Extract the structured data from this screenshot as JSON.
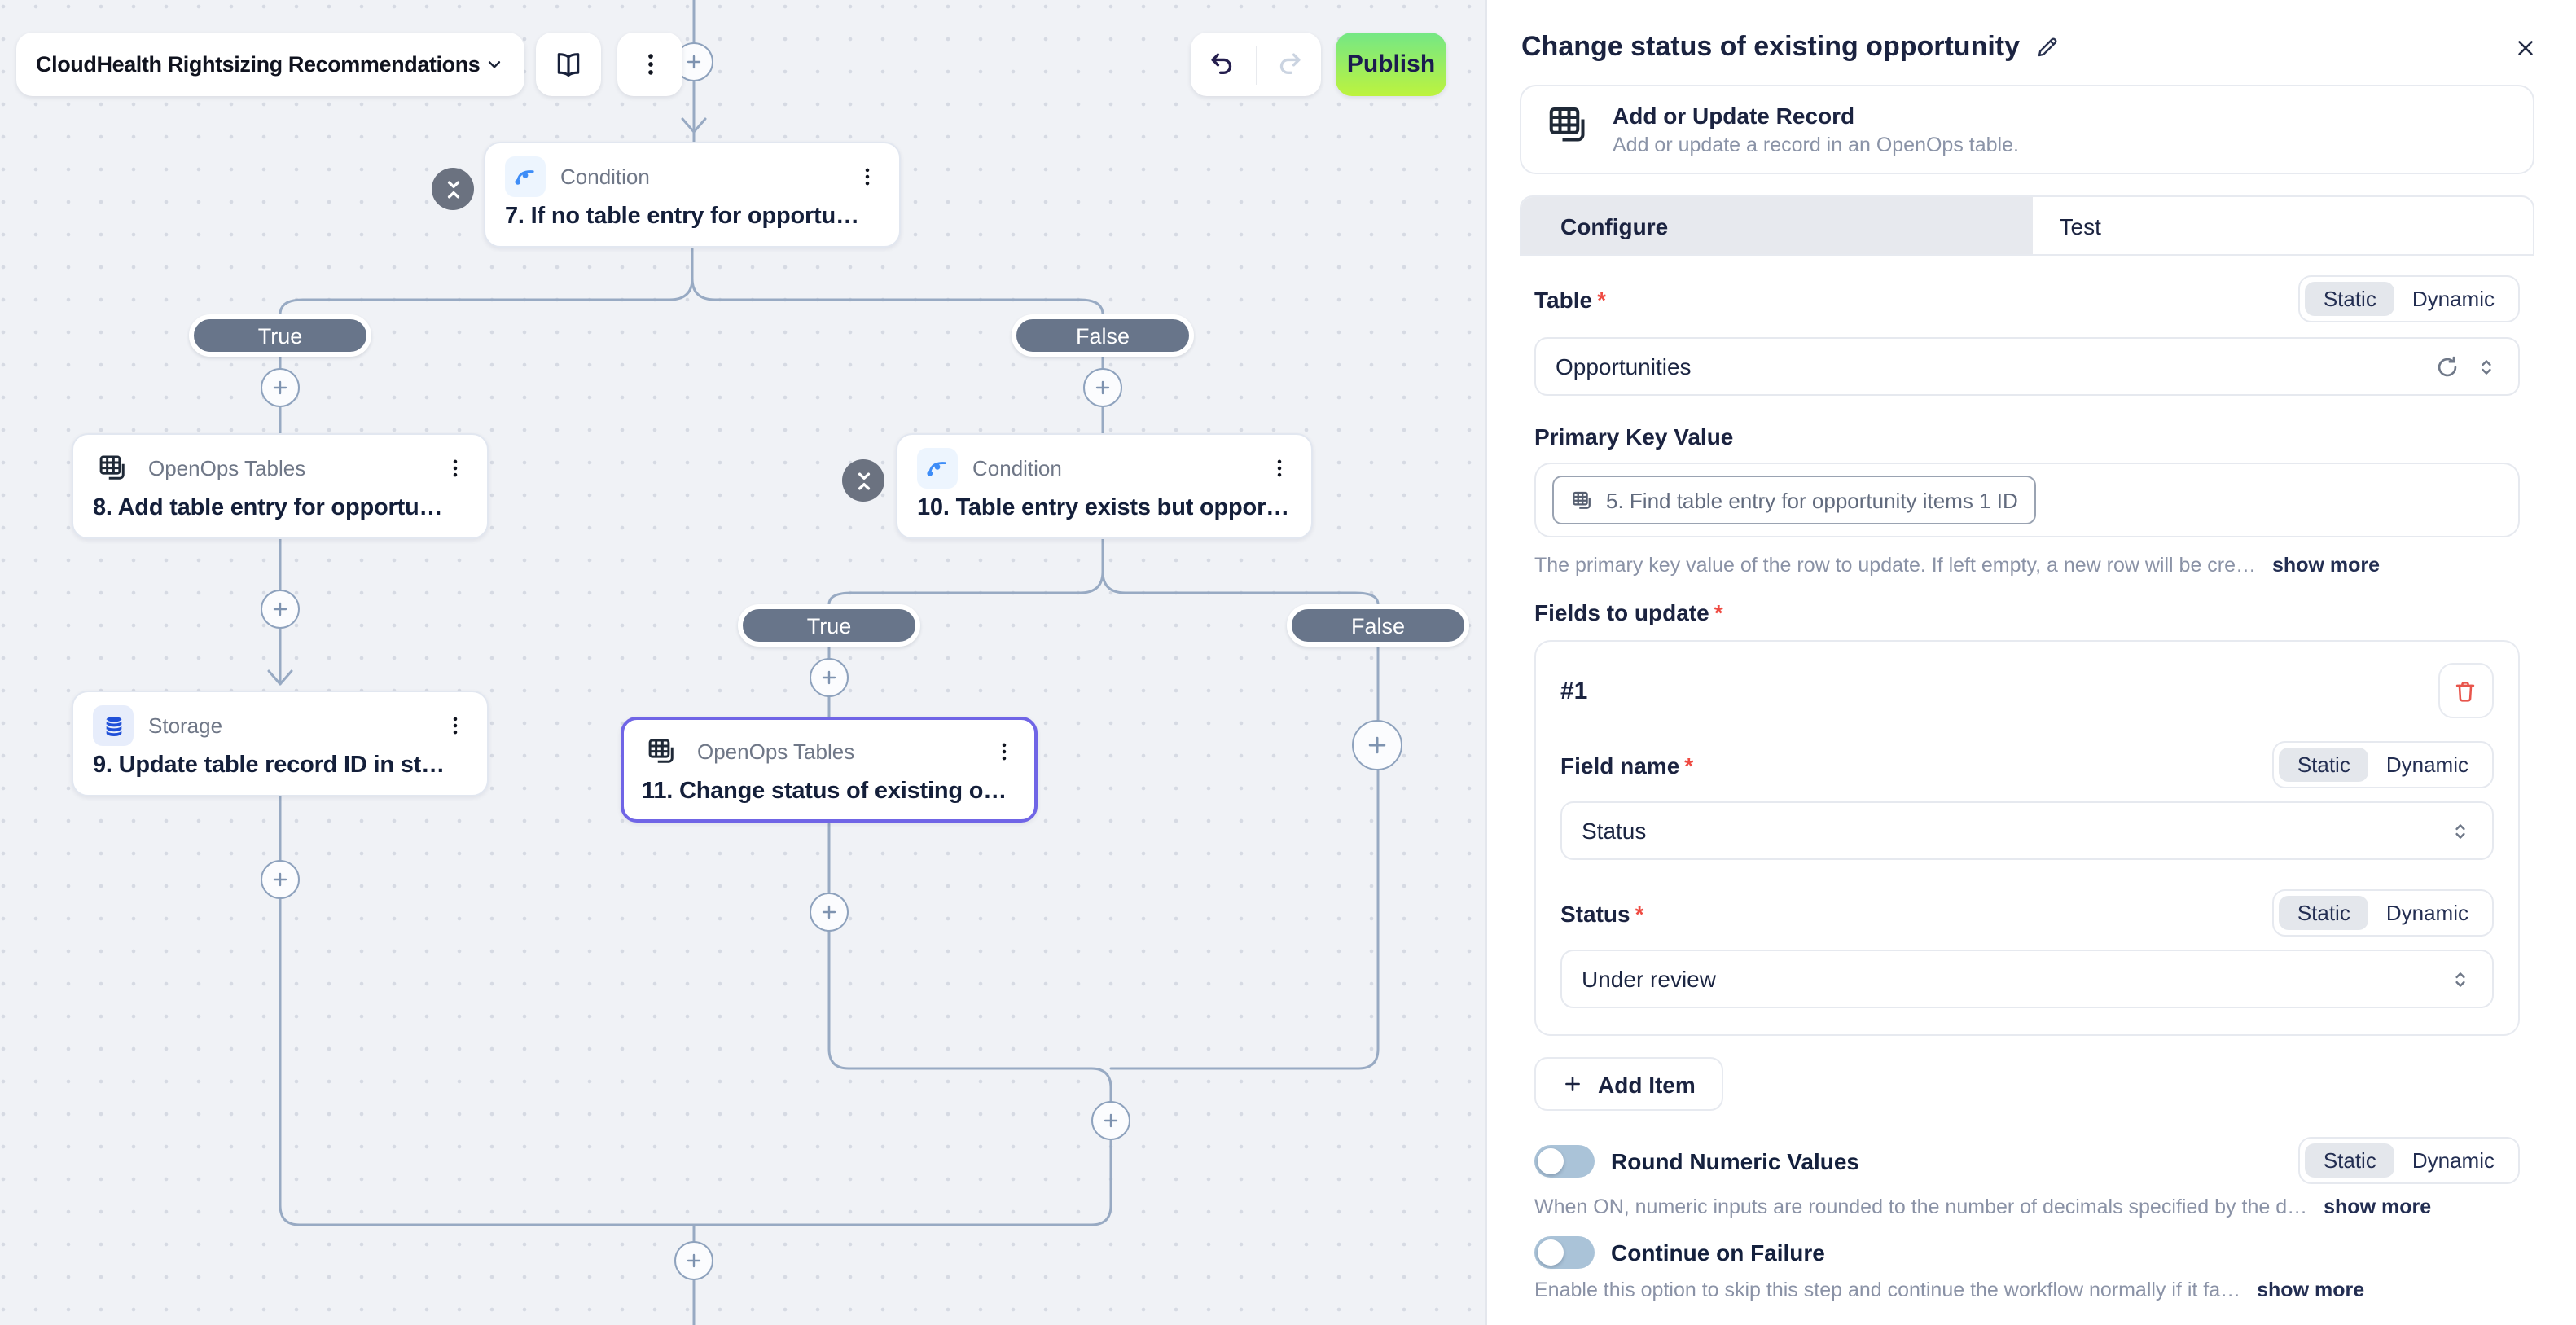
{
  "topbar": {
    "workflow_name": "CloudHealth Rightsizing Recommendations",
    "publish_label": "Publish"
  },
  "canvas": {
    "branch_labels": {
      "true": "True",
      "false": "False"
    },
    "nodes": [
      {
        "type": "Condition",
        "title": "7. If no table entry for opportu…"
      },
      {
        "type": "OpenOps Tables",
        "title": "8. Add table entry for opportu…"
      },
      {
        "type": "Storage",
        "title": "9. Update table record ID in st…"
      },
      {
        "type": "Condition",
        "title": "10. Table entry exists but oppor…"
      },
      {
        "type": "OpenOps Tables",
        "title": "11. Change status of existing o…"
      }
    ]
  },
  "panel": {
    "title": "Change status of existing opportunity",
    "required_marker": "*",
    "action": {
      "title": "Add or Update Record",
      "subtitle": "Add or update a record in an OpenOps table."
    },
    "tabs": {
      "configure": "Configure",
      "test": "Test"
    },
    "toggle_labels": {
      "static": "Static",
      "dynamic": "Dynamic"
    },
    "table": {
      "label": "Table",
      "value": "Opportunities"
    },
    "primary_key": {
      "label": "Primary Key Value",
      "token": "5. Find table entry for opportunity items 1 ID",
      "helper": "The primary key value of the row to update. If left empty, a new row will be cre…",
      "show_more": "show more"
    },
    "fields_to_update": {
      "label": "Fields to update",
      "item_index": "#1",
      "field_name": {
        "label": "Field name",
        "value": "Status"
      },
      "status": {
        "label": "Status",
        "value": "Under review"
      },
      "add_item": "Add Item"
    },
    "round_numeric": {
      "label": "Round Numeric Values",
      "helper": "When ON, numeric inputs are rounded to the number of decimals specified by the d…",
      "show_more": "show more"
    },
    "continue_on_failure": {
      "label": "Continue on Failure",
      "helper": "Enable this option to skip this step and continue the workflow normally if it fa…",
      "show_more": "show more"
    }
  }
}
